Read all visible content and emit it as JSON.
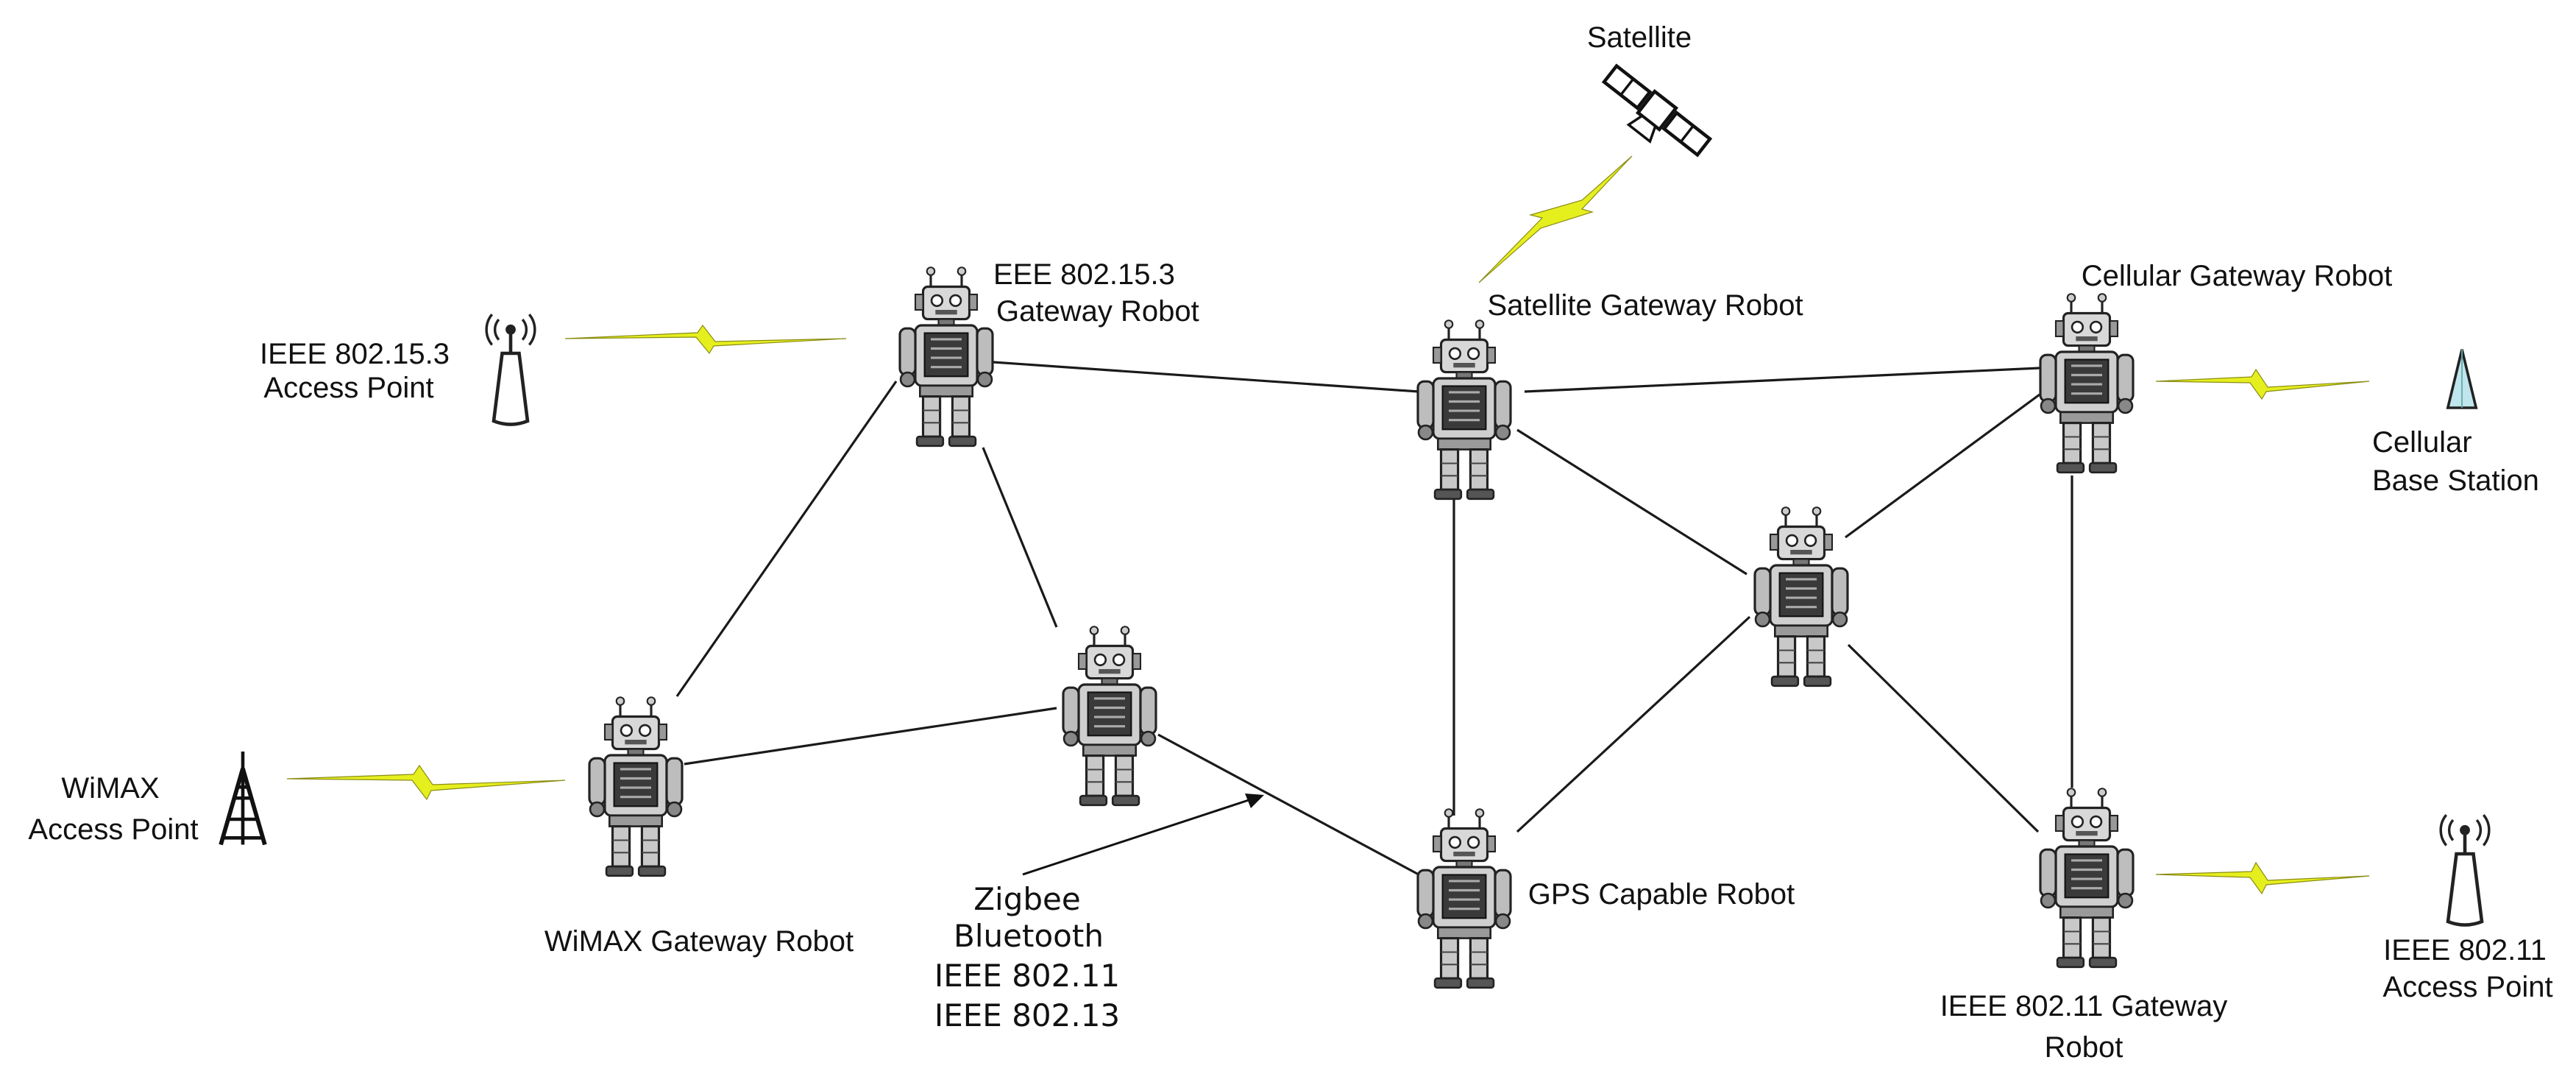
{
  "labels": {
    "satellite": "Satellite",
    "satellite_gateway": "Satellite Gateway Robot",
    "eee_gateway_1": "EEE 802.15.3",
    "eee_gateway_2": "Gateway Robot",
    "ieee_802153_ap_1": "IEEE 802.15.3",
    "ieee_802153_ap_2": "Access Point",
    "cellular_gateway": "Cellular Gateway Robot",
    "cellular_bs_1": "Cellular",
    "cellular_bs_2": "Base Station",
    "wimax_ap_1": "WiMAX",
    "wimax_ap_2": "Access Point",
    "wimax_gateway": "WiMAX Gateway Robot",
    "protocols": [
      "Zigbee",
      "Bluetooth",
      "IEEE 802.11",
      "IEEE 802.13"
    ],
    "gps_robot": "GPS Capable Robot",
    "ieee80211_gateway_1": "IEEE 802.11 Gateway",
    "ieee80211_gateway_2": "Robot",
    "ieee80211_ap_1": "IEEE 802.11",
    "ieee80211_ap_2": "Access Point"
  },
  "colors": {
    "bolt": "#e6ef1e",
    "link": "#1a1a1a",
    "cellular_station": "#bfe6ec"
  },
  "icons": {
    "robot": "robot-icon",
    "satellite": "satellite-icon",
    "antenna": "antenna-icon",
    "tower": "wimax-tower-icon",
    "base_station": "cellular-base-station-icon",
    "wireless": "lightning-bolt-icon"
  }
}
